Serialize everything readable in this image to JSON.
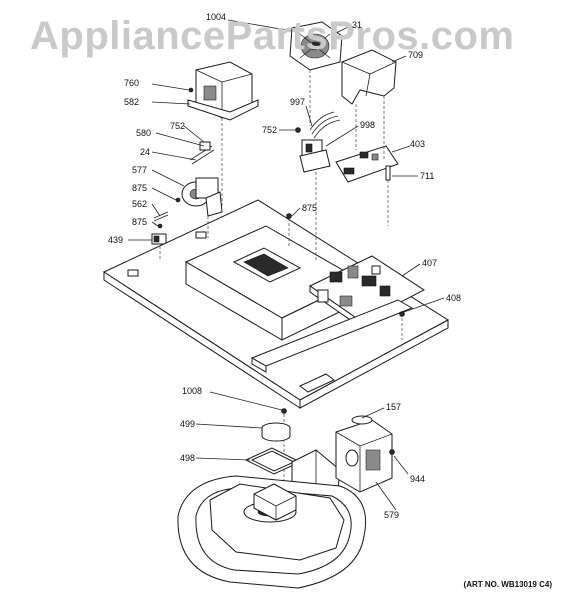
{
  "watermark": "AppliancePartsPros.com",
  "art_number": "(ART NO. WB13019 C4)",
  "callouts": [
    {
      "id": "c1004",
      "text": "1004"
    },
    {
      "id": "c31",
      "text": "31"
    },
    {
      "id": "c709",
      "text": "709"
    },
    {
      "id": "c760",
      "text": "760"
    },
    {
      "id": "c582",
      "text": "582"
    },
    {
      "id": "c997",
      "text": "997"
    },
    {
      "id": "c752a",
      "text": "752"
    },
    {
      "id": "c752b",
      "text": "752"
    },
    {
      "id": "c998",
      "text": "998"
    },
    {
      "id": "c580",
      "text": "580"
    },
    {
      "id": "c403",
      "text": "403"
    },
    {
      "id": "c24",
      "text": "24"
    },
    {
      "id": "c577",
      "text": "577"
    },
    {
      "id": "c711",
      "text": "711"
    },
    {
      "id": "c875a",
      "text": "875"
    },
    {
      "id": "c562",
      "text": "562"
    },
    {
      "id": "c875b",
      "text": "875"
    },
    {
      "id": "c875c",
      "text": "875"
    },
    {
      "id": "c439",
      "text": "439"
    },
    {
      "id": "c407",
      "text": "407"
    },
    {
      "id": "c408",
      "text": "408"
    },
    {
      "id": "c1008",
      "text": "1008"
    },
    {
      "id": "c157",
      "text": "157"
    },
    {
      "id": "c499",
      "text": "499"
    },
    {
      "id": "c498",
      "text": "498"
    },
    {
      "id": "c944",
      "text": "944"
    },
    {
      "id": "c579",
      "text": "579"
    }
  ]
}
